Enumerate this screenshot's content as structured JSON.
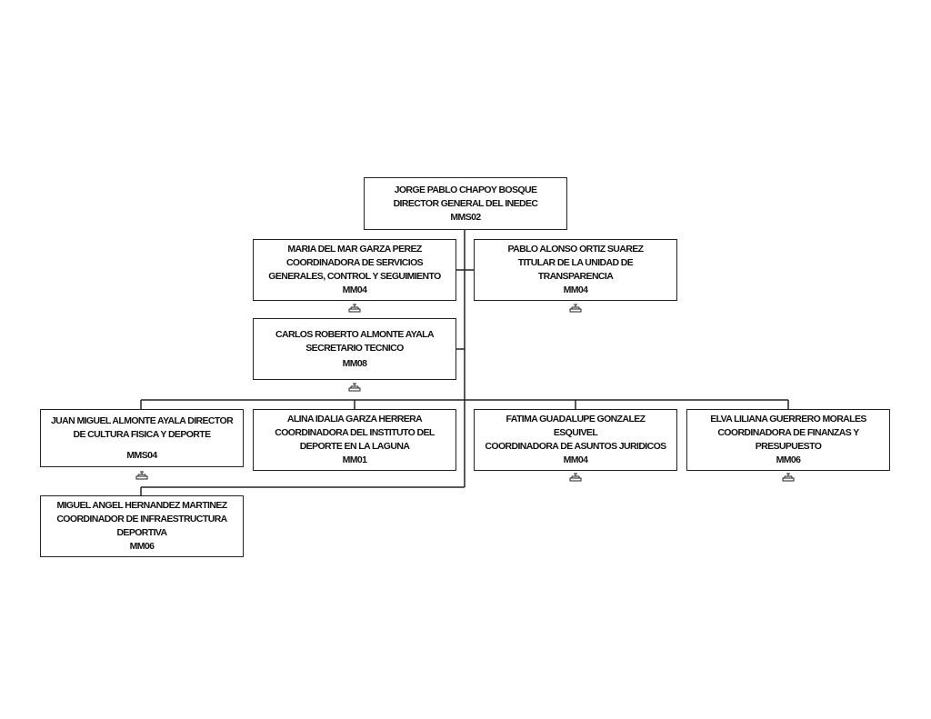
{
  "nodes": {
    "director": {
      "name": "JORGE PABLO CHAPOY BOSQUE",
      "title": "DIRECTOR GENERAL DEL INEDEC",
      "code": "MMS02"
    },
    "servicios": {
      "name": "MARIA DEL MAR GARZA PEREZ",
      "title_1": "COORDINADORA DE SERVICIOS",
      "title_2": "GENERALES, CONTROL Y SEGUIMIENTO",
      "code": "MM04"
    },
    "transparencia": {
      "name": "PABLO ALONSO ORTIZ SUAREZ",
      "title_1": "TITULAR DE LA UNIDAD DE",
      "title_2": "TRANSPARENCIA",
      "code": "MM04"
    },
    "secretario": {
      "name": "CARLOS ROBERTO ALMONTE AYALA",
      "title": "SECRETARIO TECNICO",
      "code": "MM08"
    },
    "cultura_fisica": {
      "name": "JUAN MIGUEL ALMONTE AYALA DIRECTOR",
      "title": "DE CULTURA FISICA Y DEPORTE",
      "code": "MMS04"
    },
    "instituto_laguna": {
      "name": "ALINA IDALIA GARZA HERRERA",
      "title_1": "COORDINADORA DEL INSTITUTO DEL",
      "title_2": "DEPORTE EN LA LAGUNA",
      "code": "MM01"
    },
    "juridicos": {
      "name_1": "FATIMA GUADALUPE GONZALEZ",
      "name_2": "ESQUIVEL",
      "title": "COORDINADORA DE ASUNTOS JURIDICOS",
      "code": "MM04"
    },
    "finanzas": {
      "name": "ELVA LILIANA GUERRERO MORALES",
      "title_1": "COORDINADORA DE FINANZAS Y",
      "title_2": "PRESUPUESTO",
      "code": "MM06"
    },
    "infraestructura": {
      "name": "MIGUEL ANGEL HERNANDEZ MARTINEZ",
      "title_1": "COORDINADOR DE INFRAESTRUCTURA",
      "title_2": "DEPORTIVA",
      "code": "MM06"
    }
  },
  "icons": {
    "subordinates": "sub-org-chart-icon"
  },
  "colors": {
    "line": "#222222",
    "background": "#ffffff"
  }
}
